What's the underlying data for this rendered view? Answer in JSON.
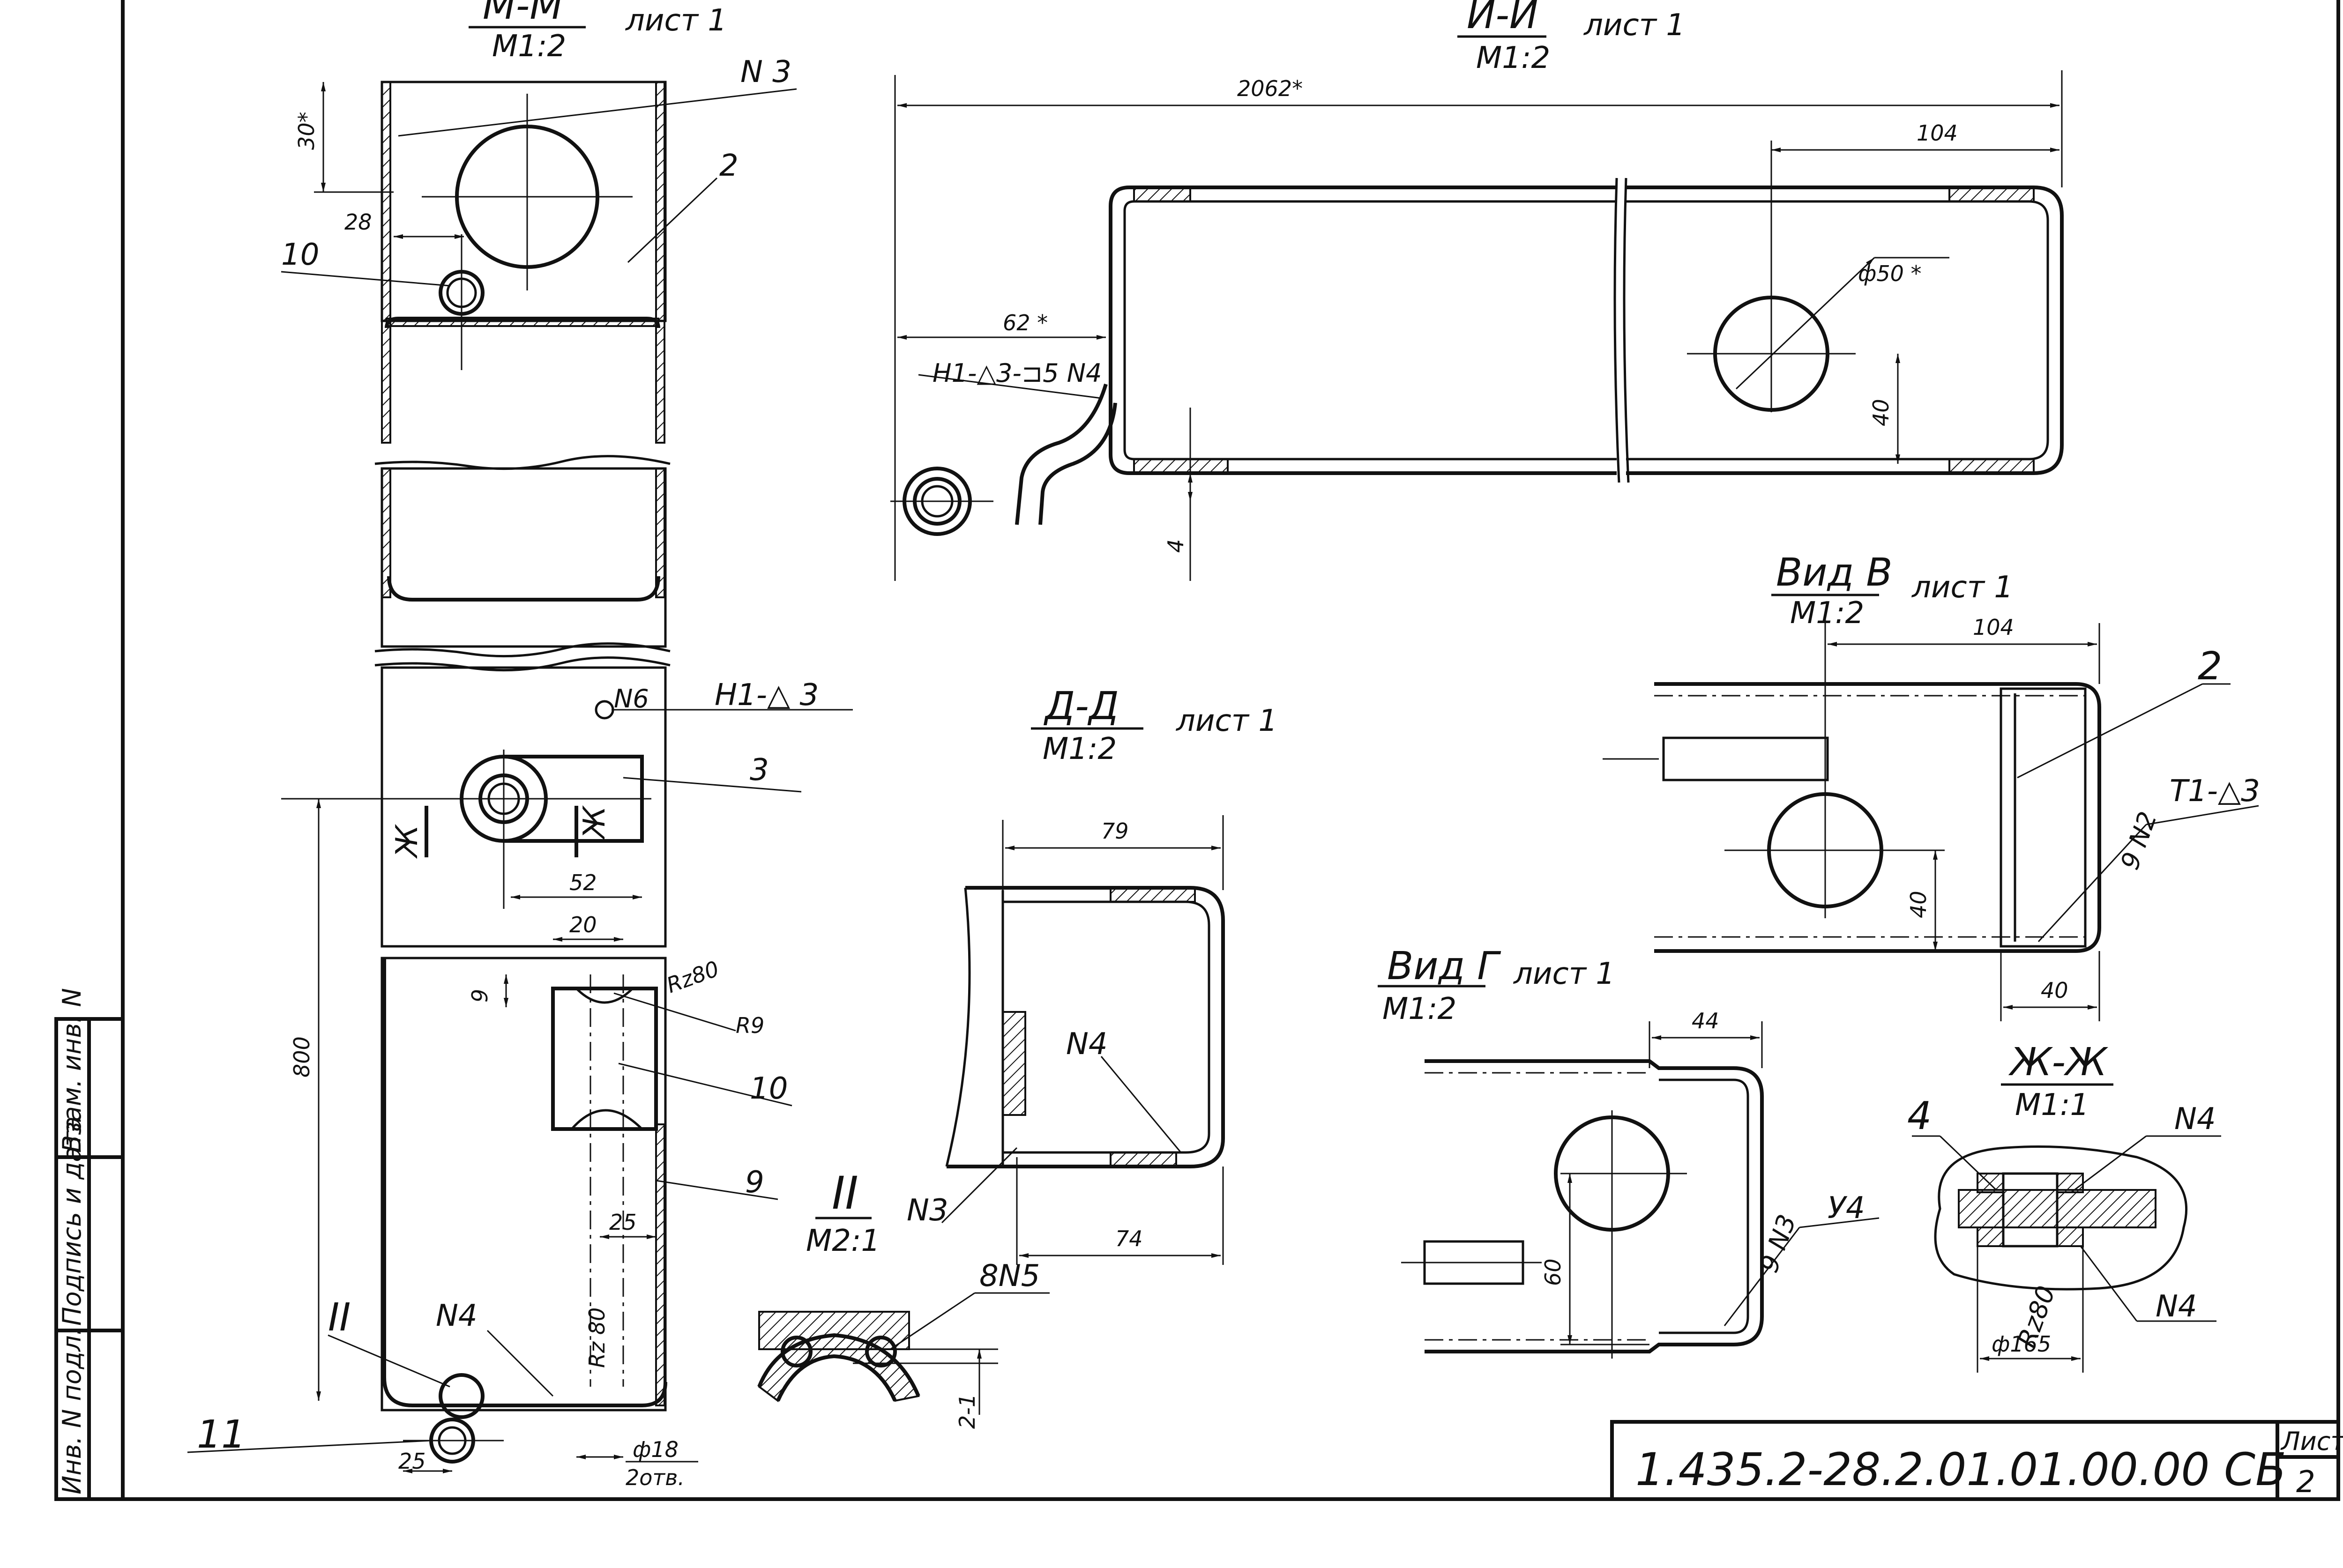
{
  "sheet": {
    "doc_code": "1.435.2-28.2.01.01.00.00 СБ",
    "sheet_label": "Лист",
    "sheet_number": "2"
  },
  "side_stamp": [
    "Инв. N подл.",
    "Подпись и дата",
    "Взам. инв. N"
  ],
  "views": {
    "mm": {
      "title": "М-М",
      "sheet_ref": "лист 1",
      "scale": "М1:2",
      "dims": [
        "30*",
        "28",
        "52",
        "20",
        "25",
        "800",
        "25",
        "ф18",
        "2отв.",
        "9",
        "R9",
        "Rz80",
        "Rz 80"
      ],
      "callouts": [
        "N 3",
        "2",
        "10",
        "H1-△ 3",
        "N6",
        "3",
        "10",
        "9",
        "N4",
        "II",
        "11"
      ],
      "section_marks": [
        "Ж",
        "Ж"
      ]
    },
    "ii": {
      "title": "И-И",
      "sheet_ref": "лист 1",
      "scale": "М1:2",
      "dims": [
        "2062*",
        "104",
        "ф50 *",
        "62 *",
        "40",
        "4"
      ],
      "callouts": [
        "H1-△3-⊐5 N4"
      ]
    },
    "dd": {
      "title": "Д-Д",
      "sheet_ref": "лист 1",
      "scale": "М1:2",
      "dims": [
        "79",
        "74"
      ],
      "callouts": [
        "N4",
        "N3"
      ]
    },
    "detail2": {
      "title": "II",
      "scale": "М2:1",
      "dims": [
        "2-1"
      ],
      "callouts": [
        "8N5"
      ]
    },
    "vid_v": {
      "title": "Вид В",
      "sheet_ref": "лист 1",
      "scale": "М1:2",
      "dims": [
        "104",
        "40",
        "40"
      ],
      "callouts": [
        "2",
        "9 N2",
        "T1-△3"
      ]
    },
    "vid_g": {
      "title": "Вид Г",
      "sheet_ref": "лист 1",
      "scale": "М1:2",
      "dims": [
        "44",
        "60"
      ],
      "callouts": [
        "9 N3",
        "У4"
      ]
    },
    "zhzh": {
      "title": "Ж-Ж",
      "scale": "М1:1",
      "dims": [
        "ф165",
        "Rz80"
      ],
      "callouts": [
        "4",
        "N4",
        "N4"
      ]
    }
  }
}
